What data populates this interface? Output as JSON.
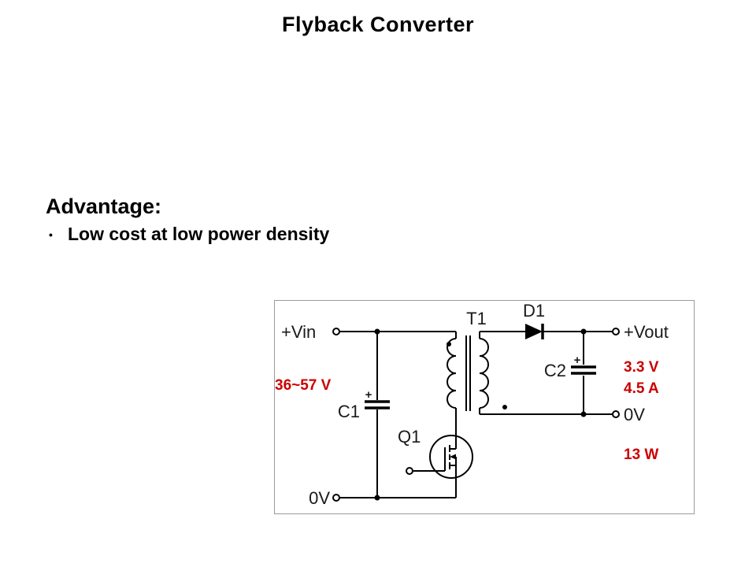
{
  "slide": {
    "title": "Flyback Converter",
    "advantage_heading": "Advantage:",
    "bullet_glyph": "•",
    "bullet_text": "Low cost at low power density"
  },
  "circuit": {
    "component_labels": {
      "vin": "+Vin",
      "t1": "T1",
      "d1": "D1",
      "vout": "+Vout",
      "c1": "C1",
      "c2": "C2",
      "q1": "Q1",
      "zero_v_right": "0V",
      "zero_v_bottom": "0V",
      "c1_polarity": "+",
      "c2_polarity": "+"
    },
    "ratings": {
      "input_voltage_range": "36~57 V",
      "output_voltage": "3.3 V",
      "output_current": "4.5 A",
      "output_power": "13 W"
    },
    "colors": {
      "rating_text": "#cc0000",
      "wire": "#000000",
      "border": "#9a9a9a",
      "background": "#ffffff"
    }
  }
}
